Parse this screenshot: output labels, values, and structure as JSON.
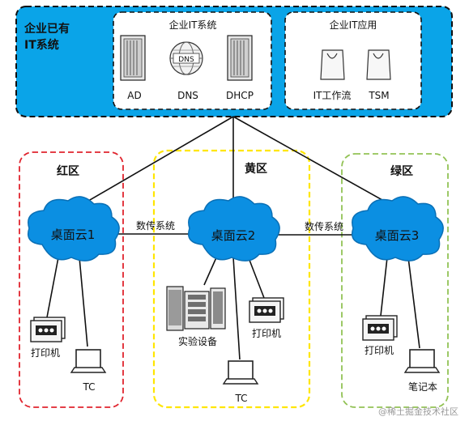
{
  "top": {
    "title_line1": "企业已有",
    "title_line2": "IT系统",
    "system_box_title": "企业IT系统",
    "app_box_title": "企业IT应用",
    "servers": [
      {
        "label": "AD",
        "icon": "server-icon"
      },
      {
        "label": "DNS",
        "icon": "globe-dns-icon"
      },
      {
        "label": "DHCP",
        "icon": "server-icon"
      }
    ],
    "apps": [
      {
        "label": "IT工作流",
        "icon": "shopping-bag-icon"
      },
      {
        "label": "TSM",
        "icon": "shopping-bag-icon"
      }
    ],
    "dns_badge": "DNS"
  },
  "zones": {
    "red": {
      "title": "红区",
      "color": "#e0242e"
    },
    "yellow": {
      "title": "黄区",
      "color": "#ffe600"
    },
    "green": {
      "title": "绿区",
      "color": "#92c255"
    }
  },
  "clouds": {
    "c1": "桌面云1",
    "c2": "桌面云2",
    "c3": "桌面云3"
  },
  "links": {
    "left": "数传系统",
    "right": "数传系统"
  },
  "devices": {
    "red_printer": "打印机",
    "red_tc": "TC",
    "yellow_lab": "实验设备",
    "yellow_printer": "打印机",
    "yellow_tc": "TC",
    "green_printer": "打印机",
    "green_laptop": "笔记本"
  },
  "watermark": "@稀土掘金技术社区",
  "colors": {
    "panel": "#0aa4e8",
    "cloud": "#0b8fe2",
    "cloud_dark": "#0a6fb5"
  }
}
